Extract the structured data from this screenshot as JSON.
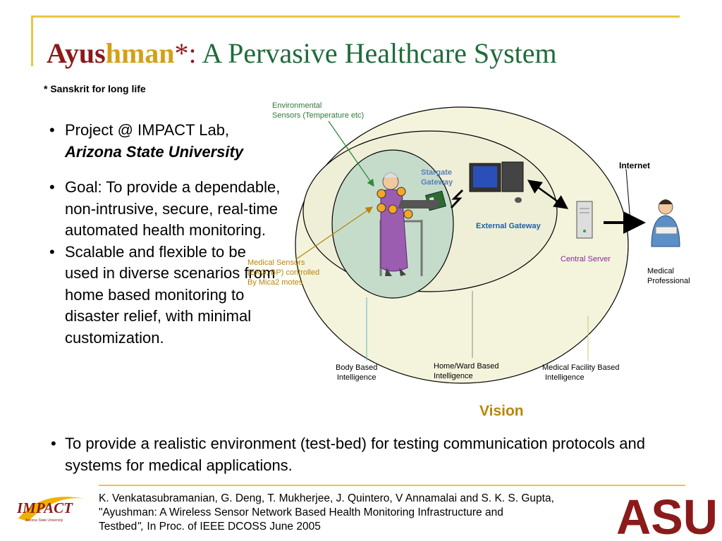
{
  "title": {
    "part1": "Ayus",
    "part2": "hman",
    "part3": "*: ",
    "part4": "A Pervasive Healthcare System"
  },
  "subtitle": "* Sanskrit for long life",
  "bullets": {
    "b1_line1": "Project @ IMPACT Lab,",
    "b1_line2": "Arizona State University",
    "b2": "Goal: To provide a dependable, non-intrusive, secure, real-time automated health monitoring.",
    "b3": "Scalable and flexible to be used in diverse scenarios from home based monitoring to disaster relief, with minimal customization.",
    "bullet_char": "•"
  },
  "bottom_bullet": "To provide a realistic environment (test-bed) for testing communication protocols and systems for medical applications.",
  "diagram": {
    "env_sensors": [
      "Environmental",
      "Sensors (Temperature etc)"
    ],
    "stargate": [
      "Stargate",
      "Gateway"
    ],
    "internet": "Internet",
    "external_gateway": "External Gateway",
    "central_server": "Central Server",
    "medical_sensors": [
      "Medical Sensors",
      "(EKG, BP) controlled",
      "By Mica2 motes"
    ],
    "medical_professional": [
      "Medical",
      "Professional"
    ],
    "body_based": [
      "Body Based",
      "Intelligence"
    ],
    "home_ward": [
      "Home/Ward Based",
      "Intelligence"
    ],
    "facility": [
      "Medical Facility Based",
      "Intelligence"
    ],
    "vision": "Vision"
  },
  "reference": {
    "line1": "K. Venkatasubramanian, G. Deng, T. Mukherjee, J. Quintero, V Annamalai and S. K. S. Gupta,",
    "line2": "\"Ayushman: A Wireless Sensor Network Based Health Monitoring Infrastructure and",
    "line3a": "Testbed",
    "line3b": "\",",
    "line3c": " In Proc. of IEEE DCOSS June 2005"
  },
  "logos": {
    "impact": "IMPACT",
    "impact_sub": "Arizona State University",
    "asu": "ASU"
  },
  "colors": {
    "gold": "#e8c840",
    "maroon": "#8b1a1a",
    "green": "#1f6b3a",
    "outer_fill": "#f4f3dc",
    "mid_fill": "#efefd8",
    "inner_fill": "#c6dccb"
  }
}
